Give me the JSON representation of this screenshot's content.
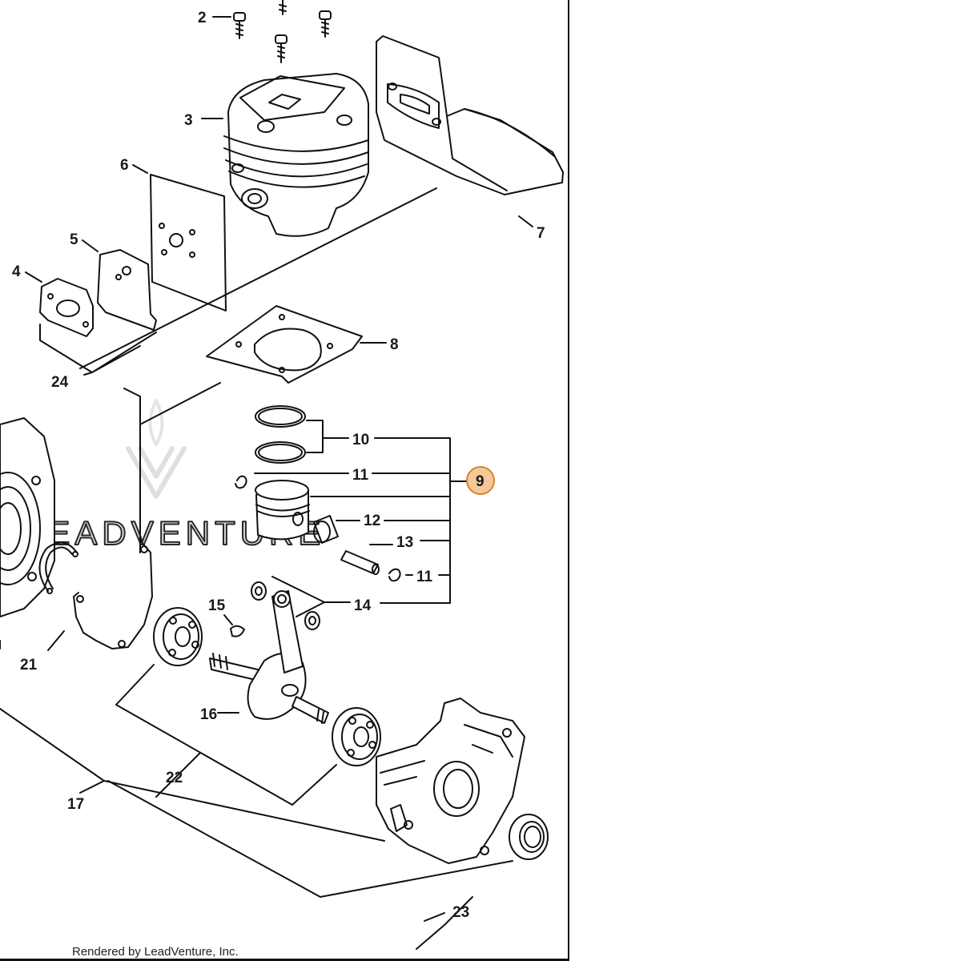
{
  "watermark": "LEADVENTURE",
  "footer": "Rendered by LeadVenture, Inc.",
  "highlighted_part": "9",
  "colors": {
    "highlight_fill": "#f5c89a",
    "highlight_stroke": "#d9822b",
    "line": "#111111"
  },
  "callouts": {
    "c2": "2",
    "c3": "3",
    "c4": "4",
    "c5": "5",
    "c6": "6",
    "c7": "7",
    "c8": "8",
    "c9": "9",
    "c10": "10",
    "c11a": "11",
    "c11b": "11",
    "c12": "12",
    "c13": "13",
    "c14": "14",
    "c15": "15",
    "c16": "16",
    "c17": "17",
    "c21": "21",
    "c22": "22",
    "c23": "23",
    "c24": "24"
  }
}
